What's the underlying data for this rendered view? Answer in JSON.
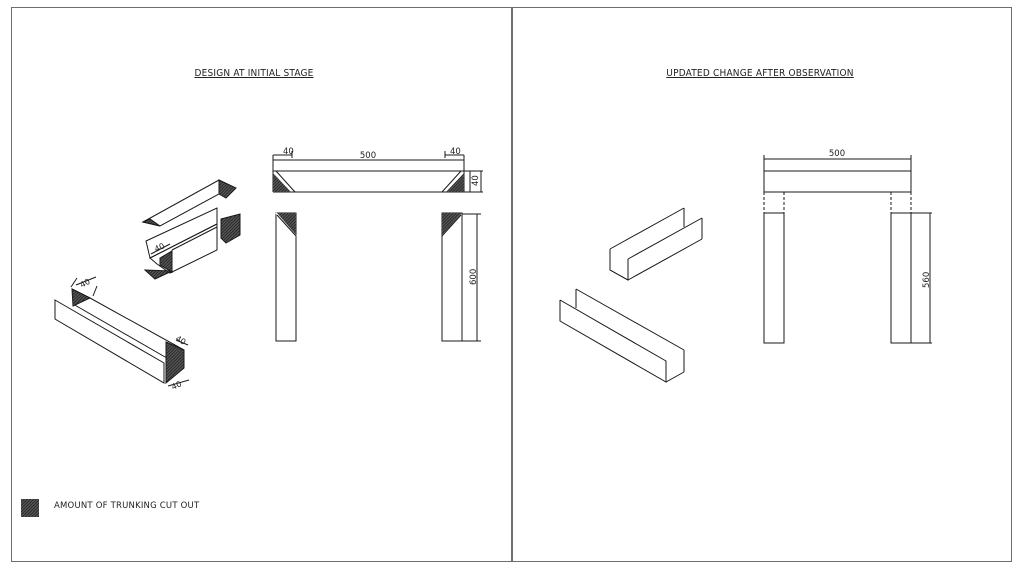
{
  "left_panel": {
    "title": "DESIGN AT INITIAL STAGE",
    "front_view": {
      "top_width_dim": "500",
      "left_cut_dim": "40",
      "right_cut_dim": "40",
      "top_height_dim": "40",
      "leg_height_dim": "600"
    },
    "iso_view": {
      "upper_piece_dim": "40",
      "lower_piece_top_dim": "40",
      "lower_piece_side_dim": "40",
      "lower_piece_bottom_dim": "40"
    },
    "legend": {
      "label": "AMOUNT OF TRUNKING CUT OUT",
      "swatch_icon": "hatch-swatch-icon",
      "color": "#333333"
    }
  },
  "right_panel": {
    "title": "UPDATED CHANGE AFTER OBSERVATION",
    "front_view": {
      "top_width_dim": "500",
      "leg_height_dim": "560"
    }
  },
  "colors": {
    "line": "#1a1a1a",
    "frame": "#6e6e6e",
    "hatch": "#333333",
    "background": "#ffffff"
  }
}
